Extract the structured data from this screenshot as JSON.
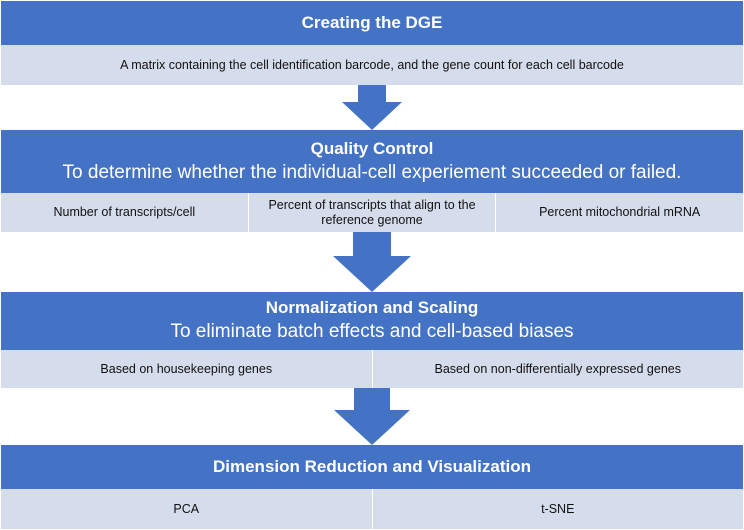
{
  "colors": {
    "blue": "#4472C4",
    "cell": "#D5DCEC",
    "arrow": "#4472C4"
  },
  "steps": [
    {
      "title": "Creating the DGE",
      "subtitle": "",
      "items": [
        "A matrix containing the cell identification barcode, and the gene count for each cell barcode"
      ]
    },
    {
      "title": "Quality Control",
      "subtitle": "To determine whether the individual-cell experiement succeeded or failed.",
      "items": [
        "Number of transcripts/cell",
        "Percent of transcripts that align to the reference genome",
        "Percent mitochondrial mRNA"
      ]
    },
    {
      "title": "Normalization and Scaling",
      "subtitle": "To eliminate batch effects and cell-based biases",
      "items": [
        "Based on housekeeping genes",
        "Based on non-differentially expressed genes"
      ]
    },
    {
      "title": "Dimension Reduction and Visualization",
      "subtitle": "",
      "items": [
        "PCA",
        "t-SNE"
      ]
    }
  ]
}
